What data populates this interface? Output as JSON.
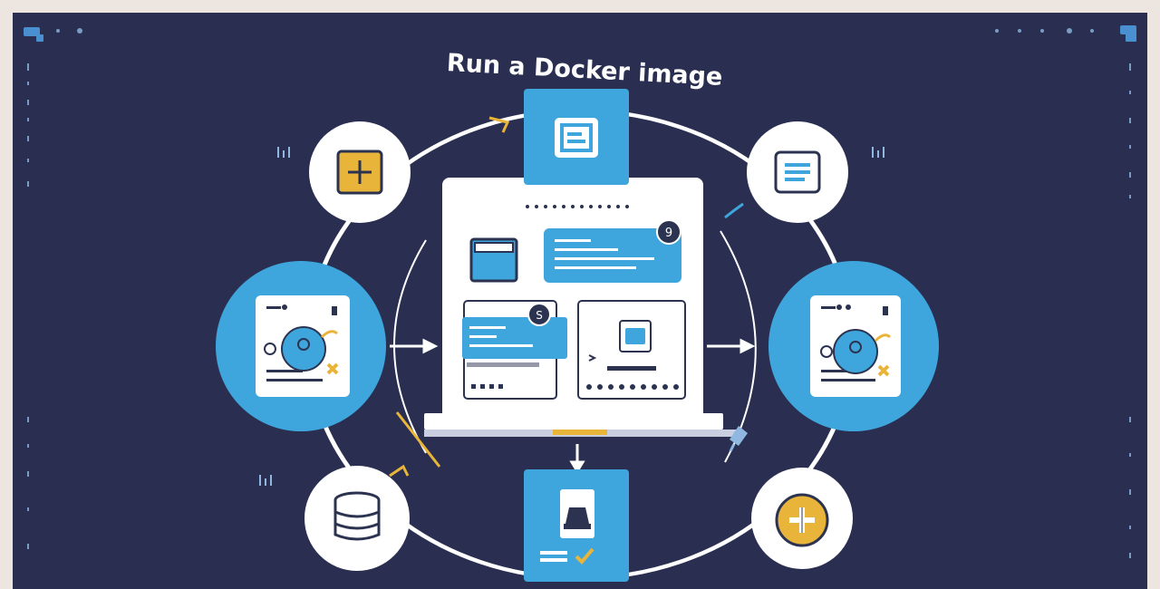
{
  "title": "Run a Docker image",
  "badges": {
    "top": "9",
    "middle": "S"
  },
  "colors": {
    "background": "#2a2f52",
    "frame": "#ede6e0",
    "accent_blue": "#3ea6dc",
    "accent_yellow": "#e8b53a",
    "white": "#ffffff",
    "dark_icon": "#2c3350"
  },
  "icons": [
    "plus-icon-square",
    "document-icon",
    "list-document-icon",
    "image-card-icon-left",
    "image-card-icon-right",
    "database-icon",
    "container-icon",
    "plus-icon-circle",
    "folder-icon",
    "terminal-icon",
    "arrow-icon"
  ]
}
